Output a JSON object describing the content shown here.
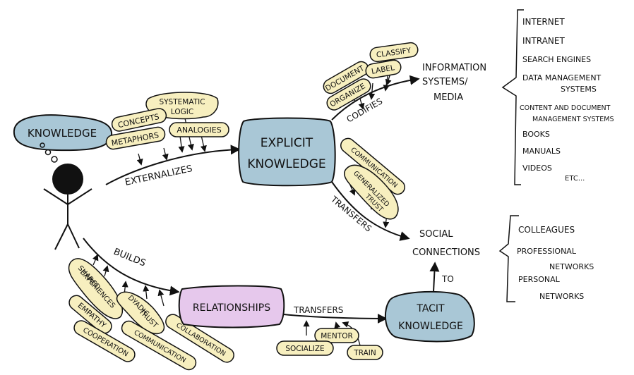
{
  "colors": {
    "blue_box": "#a9c7d6",
    "pink_box": "#e6c8ec",
    "tag": "#f7efbf",
    "ink": "#111111"
  },
  "thought": {
    "label": "KNOWLEDGE"
  },
  "boxes": {
    "explicit": {
      "line1": "EXPLICIT",
      "line2": "KNOWLEDGE"
    },
    "relationships": {
      "label": "RELATIONSHIPS"
    },
    "tacit": {
      "line1": "TACIT",
      "line2": "KNOWLEDGE"
    }
  },
  "arrows": {
    "externalizes": "EXTERNALIZES",
    "codifies": "CODIFIES",
    "transfers_down": "TRANSFERS",
    "builds": "BUILDS",
    "transfers_right": "TRANSFERS",
    "to": "TO"
  },
  "tags": {
    "systematic": "SYSTEMATIC",
    "logic": "LOGIC",
    "concepts": "CONCEPTS",
    "analogies": "ANALOGIES",
    "metaphors": "METAPHORS",
    "document": "DOCUMENT",
    "classify": "CLASSIFY",
    "organize": "ORGANIZE",
    "label": "LABEL",
    "communication_right": "COMMUNICATION",
    "generalized": "GENERALIZED",
    "trust_right": "TRUST",
    "shared": "SHARED",
    "experiences": "EXPERIENCES",
    "empathy": "EMPATHY",
    "cooperation": "COOPERATION",
    "dyadic": "DYADIC",
    "trust_left": "TRUST",
    "communication_left": "COMMUNICATION",
    "collaboration": "COLLABORATION",
    "mentor": "MENTOR",
    "socialize": "SOCIALIZE",
    "train": "TRAIN"
  },
  "info_systems": {
    "title_line1": "INFORMATION",
    "title_line2": "SYSTEMS/",
    "title_line3": "MEDIA",
    "items": [
      "INTERNET",
      "INTRANET",
      "SEARCH ENGINES",
      "DATA MANAGEMENT",
      "SYSTEMS",
      "CONTENT AND DOCUMENT",
      "MANAGEMENT SYSTEMS",
      "BOOKS",
      "MANUALS",
      "VIDEOS",
      "ETC..."
    ]
  },
  "social": {
    "title_line1": "SOCIAL",
    "title_line2": "CONNECTIONS",
    "items": [
      "COLLEAGUES",
      "PROFESSIONAL",
      "NETWORKS",
      "PERSONAL",
      "NETWORKS"
    ]
  }
}
